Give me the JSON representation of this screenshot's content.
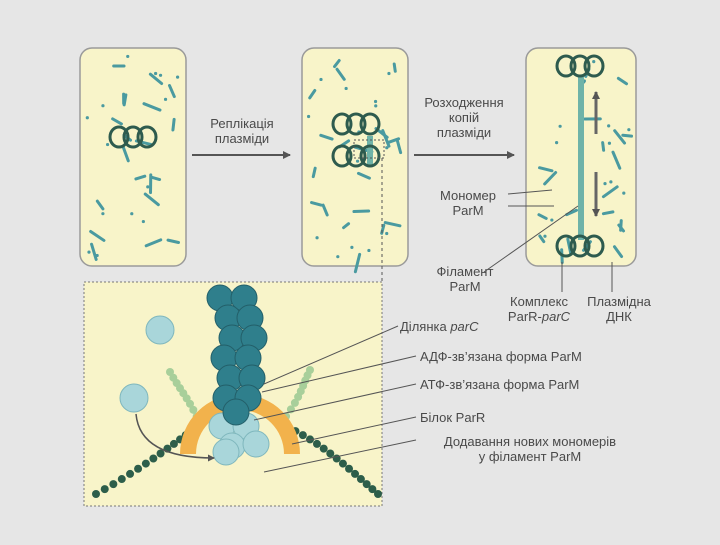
{
  "steps": {
    "replication": [
      "Реплікація",
      "плазміди"
    ],
    "segregation": [
      "Розходження",
      "копій",
      "плазміди"
    ]
  },
  "labels": {
    "monomer": [
      "Мономер",
      "ParM"
    ],
    "filament": [
      "Філамент",
      "ParM"
    ],
    "complex": [
      "Комплекс",
      "ParR-"
    ],
    "complex_italic": "parC",
    "plasmid_dna": [
      "Плазмідна",
      "ДНК"
    ],
    "site_prefix": "Ділянка ",
    "site_italic": "parC",
    "adp_form": "АДФ-зв’язана форма ParM",
    "atp_form": "АТФ-зв’язана форма ParM",
    "parr_protein": "Білок ParR",
    "addition": [
      "Додавання нових мономерів",
      "у філамент ParM"
    ]
  },
  "colors": {
    "background": "#e6e6e6",
    "cell_fill": "#f8f4c9",
    "cell_border": "#9a9a9a",
    "plasmid": "#2e5b4e",
    "monomer": "#4a9aa0",
    "filament": "#6fb3a8",
    "adp_parm": "#2f7f8c",
    "atp_parm": "#a9d6da",
    "parr": "#f2b24c",
    "dna_dark": "#2d5e4a",
    "dna_light": "#a8cf9a",
    "arrow": "#555555"
  }
}
